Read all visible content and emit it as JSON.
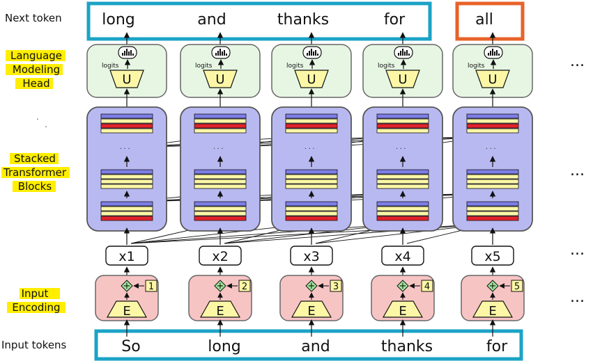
{
  "labels": {
    "next_token": "Next token",
    "lm_head": [
      "Language",
      "Modeling",
      "Head"
    ],
    "stacked": [
      "Stacked",
      "Transformer",
      "Blocks"
    ],
    "input_encoding": [
      "Input",
      "Encoding"
    ],
    "input_tokens": "Input tokens"
  },
  "columns": [
    {
      "input": "So",
      "x": "x1",
      "pos": "1",
      "next": "long"
    },
    {
      "input": "long",
      "x": "x2",
      "pos": "2",
      "next": "and"
    },
    {
      "input": "and",
      "x": "x3",
      "pos": "3",
      "next": "thanks"
    },
    {
      "input": "thanks",
      "x": "x4",
      "pos": "4",
      "next": "for"
    },
    {
      "input": "for",
      "x": "x5",
      "pos": "5",
      "next": "all"
    }
  ],
  "head": {
    "logits_label": "logits",
    "unembed_label": "U"
  },
  "encoder": {
    "embed_label": "E",
    "plus": "+"
  },
  "ellipsis": "...",
  "colors": {
    "cyan_frame": "#1ba3c6",
    "orange_frame": "#e8622a",
    "lm_fill": "#e6f6e3",
    "block_fill": "#b9b9f2",
    "enc_fill": "#f7c4c4",
    "yellow": "#fbf7a6",
    "red_layer": "#e3232b",
    "blue_layer": "#7e7ee6",
    "highlight": "#ffee00"
  }
}
